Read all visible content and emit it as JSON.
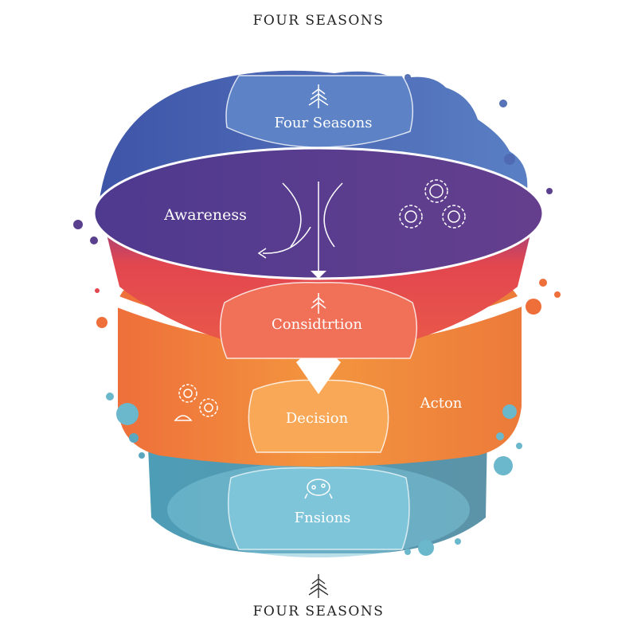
{
  "header": {
    "title": "FOUR SEASONS"
  },
  "footer": {
    "title": "FOUR SEASONS"
  },
  "stages": {
    "top": "Four Seasons",
    "awareness": "Awareness",
    "consideration": "Considtrtion",
    "decision": "Decision",
    "action": "Acton",
    "bottom": "Fnsions"
  },
  "colors": {
    "blue": "#4a67b5",
    "purple": "#5a3f8f",
    "red": "#e2464f",
    "orange": "#f0823c",
    "teal": "#5aa6bf",
    "dots_light": "#6bb7cc"
  },
  "icons": {
    "top": "tree-icon",
    "awareness_right": "gears-icon",
    "consideration": "tree-icon",
    "decision_left": "gears-icon",
    "bottom_band": "piggy-bank-icon",
    "footer": "tree-icon"
  }
}
